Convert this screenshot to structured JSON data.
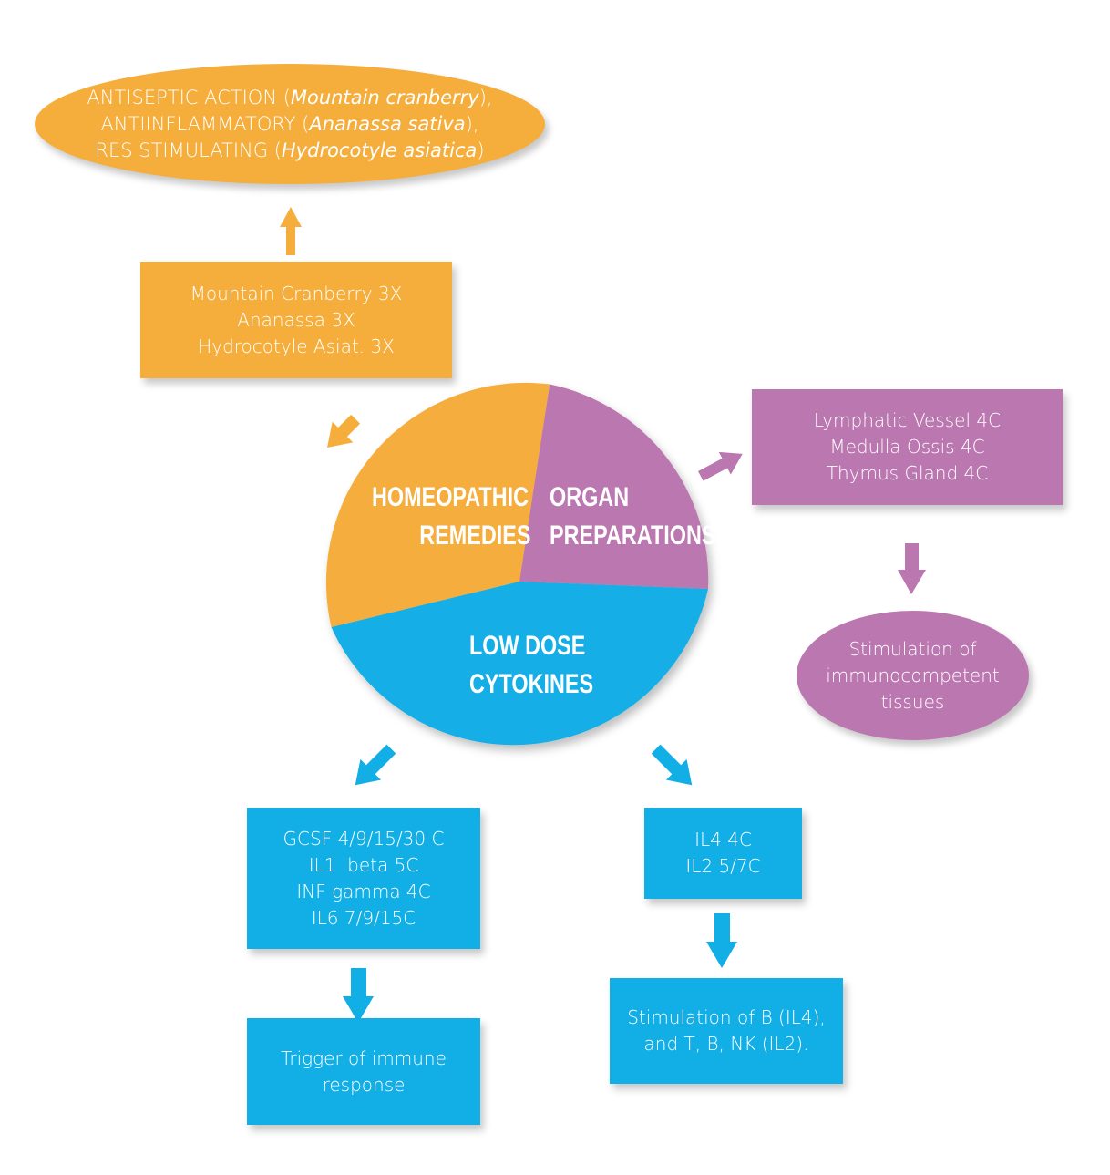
{
  "colors": {
    "orange": "#f5ae3c",
    "purple": "#bb77b0",
    "blue": "#12aee6",
    "text": "#ffffff"
  },
  "pie": {
    "segments": [
      {
        "id": "homeopathic",
        "lines": [
          "HOMEOPATHIC",
          "REMEDIES"
        ],
        "color": "#f5ae3c"
      },
      {
        "id": "organ",
        "lines": [
          "ORGAN",
          "PREPARATIONS"
        ],
        "color": "#bb77b0"
      },
      {
        "id": "cytokines",
        "lines": [
          "LOW DOSE",
          "CYTOKINES"
        ],
        "color": "#12aee6"
      }
    ]
  },
  "top_ellipse": {
    "line1_a": "ANTISEPTIC ACTION (",
    "line1_i": "Mountain cranberry",
    "line1_b": "),",
    "line2_a": "ANTIINFLAMMATORY (",
    "line2_i": "Ananassa sativa",
    "line2_b": "),",
    "line3_a": "RES STIMULATING (",
    "line3_i": "Hydrocotyle asiatica",
    "line3_b": ")"
  },
  "homeopathic_box": {
    "lines": [
      "Mountain Cranberry 3X",
      "Ananassa 3X",
      "Hydrocotyle Asiat. 3X"
    ]
  },
  "organ_box": {
    "lines": [
      "Lymphatic Vessel 4C",
      "Medulla Ossis 4C",
      "Thymus Gland 4C"
    ]
  },
  "organ_result": {
    "lines": [
      "Stimulation of",
      "immunocompetent",
      "tissues"
    ]
  },
  "cytokine_box_left": {
    "lines": [
      "GCSF 4/9/15/30 C",
      "IL1  beta 5C",
      "INF gamma 4C",
      "IL6 7/9/15C"
    ]
  },
  "cytokine_result_left": {
    "lines": [
      "Trigger of immune",
      "response"
    ]
  },
  "cytokine_box_right": {
    "lines": [
      "IL4 4C",
      "IL2 5/7C"
    ]
  },
  "cytokine_result_right": {
    "lines": [
      "Stimulation of B (IL4),",
      "and T, B, NK (IL2)."
    ]
  }
}
